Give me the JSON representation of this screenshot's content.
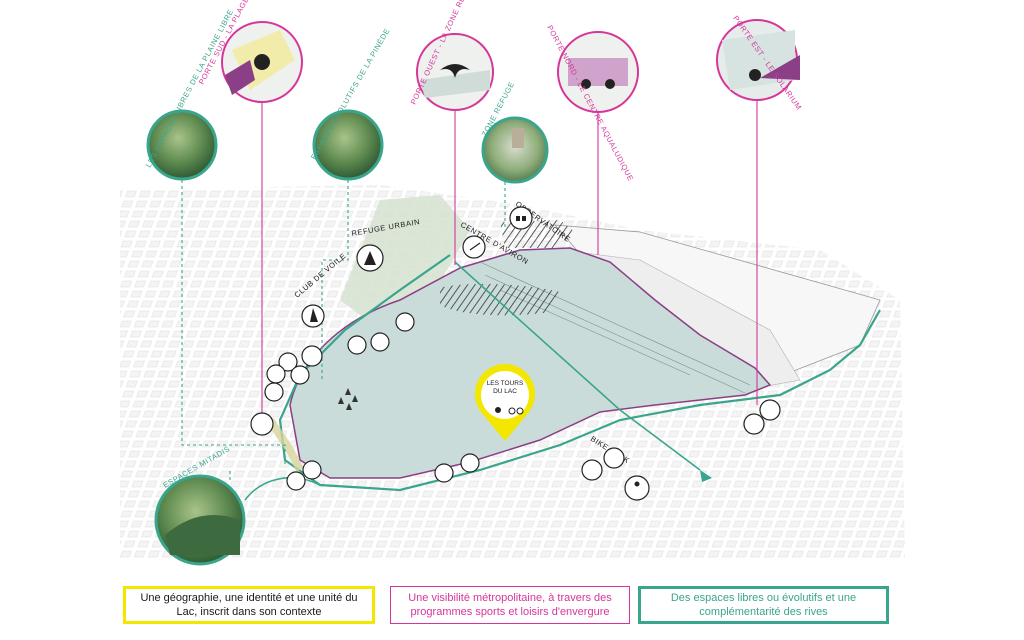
{
  "colors": {
    "pink": "#d6369a",
    "green": "#3aa58d",
    "yellow": "#f3e700",
    "lake": "#c9dcd9",
    "purple": "#8a3f86"
  },
  "portes": [
    {
      "label": "PORTE SUD - LA PLAGE RÉINVENTÉE"
    },
    {
      "label": "PORTE OUEST - LA ZONE REFUGE"
    },
    {
      "label": "PORTE NORD - LE CENTRE AQUALUDIQUE"
    },
    {
      "label": "PORTE EST - LE SOLARIUM"
    }
  ],
  "photo_labels": [
    {
      "label": "LES ESPACES LIBRES DE LA PLAINE LIBRE"
    },
    {
      "label": "ESPACES ÉVOLUTIFS DE LA PINÈDE"
    },
    {
      "label": "ZONE REFUGE"
    },
    {
      "label": "ESPACES MITADIS"
    }
  ],
  "map_labels": {
    "observatoire": "OBSERVATOIRE",
    "centre_aviron": "CENTRE D'AVIRON",
    "refuge_urbain": "REFUGE URBAIN",
    "club_voile": "CLUB DE VOILE",
    "bike_park": "BIKE PARK",
    "tours_line1": "LES TOURS",
    "tours_line2": "DU LAC"
  },
  "legend": {
    "yellow_text": "Une géographie, une identité et une unité du Lac, inscrit dans son contexte",
    "pink_text": "Une visibilité métropolitaine, à travers des programmes sports et loisirs d'envergure",
    "green_text": "Des espaces libres ou évolutifs et une complémentarité des rives"
  }
}
